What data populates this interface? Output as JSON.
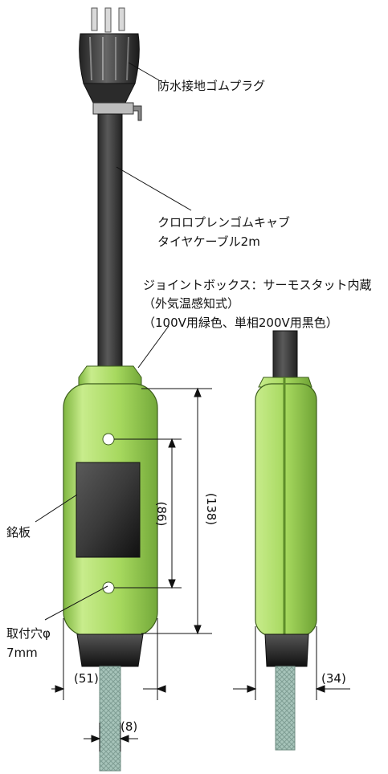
{
  "labels": {
    "plug": "防水接地ゴムプラグ",
    "cable_line1": "クロロプレンゴムキャブ",
    "cable_line2": "タイヤケーブル2m",
    "box_line1": "ジョイントボックス：サーモスタット内蔵",
    "box_line2": "（外気温感知式）",
    "box_line3": "（100V用緑色、単相200V用黒色）",
    "nameplate": "銘板",
    "hole_line1": "取付穴φ",
    "hole_line2": "7mm"
  },
  "dimensions": {
    "hole_pitch": "(86)",
    "box_height": "(138)",
    "box_width": "(51)",
    "hose_dia": "(8)",
    "box_depth": "(34)"
  },
  "colors": {
    "box_green": "#a6d85e",
    "cable": "#3c3c3c",
    "nameplate": "#333333",
    "hose": "#9fbdb3"
  }
}
